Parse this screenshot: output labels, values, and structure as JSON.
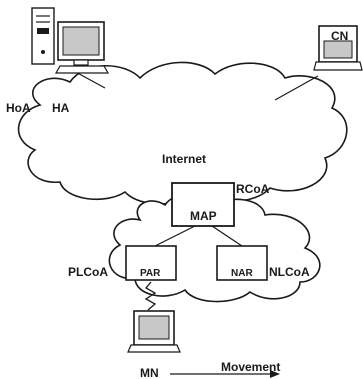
{
  "labels": {
    "hoa": "HoA",
    "ha": "HA",
    "cn": "CN",
    "internet": "Internet",
    "rcoa": "RCoA",
    "map": "MAP",
    "plcoa": "PLCoA",
    "par": "PAR",
    "nar": "NAR",
    "nlcoa": "NLCoA",
    "mn": "MN",
    "movement": "Movement"
  },
  "colors": {
    "stroke": "#1a1a1a",
    "fill": "#ffffff",
    "monitor": "#c8c8c8"
  }
}
